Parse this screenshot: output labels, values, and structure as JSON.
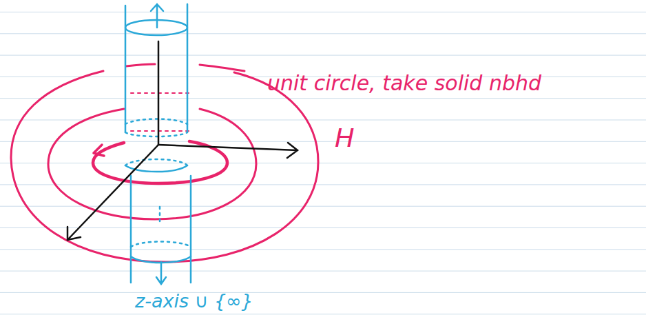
{
  "diagram": {
    "labels": [
      "unit circle, take solid nbhd",
      "H",
      "z-axis ∪ {∞}"
    ]
  }
}
